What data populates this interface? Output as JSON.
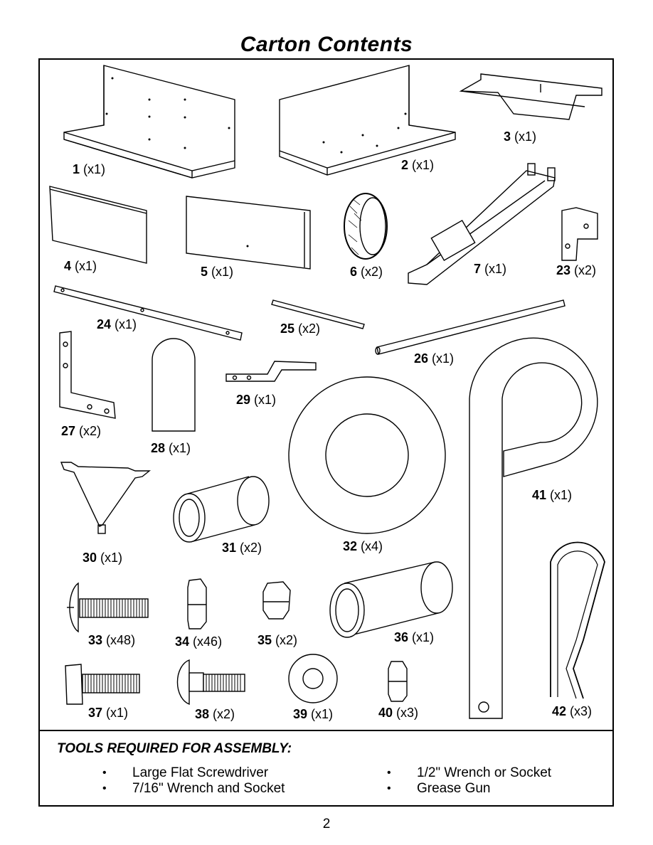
{
  "title": "Carton Contents",
  "parts": [
    {
      "num": "1",
      "qty": "(x1)",
      "icon": "side-panel-left"
    },
    {
      "num": "2",
      "qty": "(x1)",
      "icon": "side-panel-right"
    },
    {
      "num": "3",
      "qty": "(x1)",
      "icon": "front-bracket"
    },
    {
      "num": "4",
      "qty": "(x1)",
      "icon": "front-panel"
    },
    {
      "num": "5",
      "qty": "(x1)",
      "icon": "rear-panel"
    },
    {
      "num": "6",
      "qty": "(x2)",
      "icon": "wheel"
    },
    {
      "num": "7",
      "qty": "(x1)",
      "icon": "tongue"
    },
    {
      "num": "23",
      "qty": "(x2)",
      "icon": "angle-bracket"
    },
    {
      "num": "24",
      "qty": "(x1)",
      "icon": "brace-bar"
    },
    {
      "num": "25",
      "qty": "(x2)",
      "icon": "rod"
    },
    {
      "num": "26",
      "qty": "(x1)",
      "icon": "axle"
    },
    {
      "num": "27",
      "qty": "(x2)",
      "icon": "l-bracket"
    },
    {
      "num": "28",
      "qty": "(x1)",
      "icon": "plate"
    },
    {
      "num": "29",
      "qty": "(x1)",
      "icon": "offset-bracket"
    },
    {
      "num": "30",
      "qty": "(x1)",
      "icon": "hitch-bracket"
    },
    {
      "num": "31",
      "qty": "(x2)",
      "icon": "bushing"
    },
    {
      "num": "32",
      "qty": "(x4)",
      "icon": "washer-large"
    },
    {
      "num": "33",
      "qty": "(x48)",
      "icon": "truss-bolt"
    },
    {
      "num": "34",
      "qty": "(x46)",
      "icon": "hex-nut"
    },
    {
      "num": "35",
      "qty": "(x2)",
      "icon": "lock-nut"
    },
    {
      "num": "36",
      "qty": "(x1)",
      "icon": "spacer-tube"
    },
    {
      "num": "37",
      "qty": "(x1)",
      "icon": "hex-bolt"
    },
    {
      "num": "38",
      "qty": "(x2)",
      "icon": "carriage-bolt"
    },
    {
      "num": "39",
      "qty": "(x1)",
      "icon": "flat-washer"
    },
    {
      "num": "40",
      "qty": "(x3)",
      "icon": "small-nut"
    },
    {
      "num": "41",
      "qty": "(x1)",
      "icon": "hitch-pin"
    },
    {
      "num": "42",
      "qty": "(x3)",
      "icon": "hair-pin"
    }
  ],
  "tools": {
    "heading": "TOOLS REQUIRED FOR ASSEMBLY:",
    "bullet": "•",
    "items": [
      "Large Flat Screwdriver",
      "7/16\" Wrench and Socket",
      "1/2\" Wrench or Socket",
      "Grease Gun"
    ]
  },
  "page_number": "2"
}
